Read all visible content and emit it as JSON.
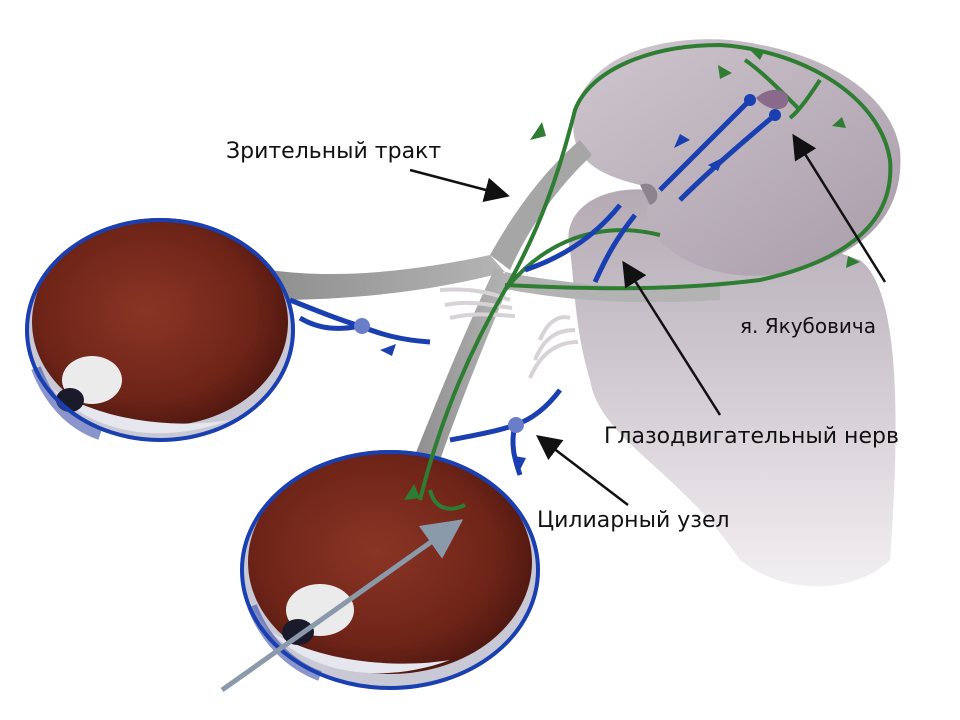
{
  "labels": {
    "optic_tract": "Зрительный тракт",
    "yakubovich_nucleus": "я. Якубовича",
    "oculomotor_nerve": "Глазодвигательный нерв",
    "ciliary_ganglion": "Цилиарный узел"
  },
  "colors": {
    "visual_pathway": "#2e7d32",
    "motor_pathway": "#1a3fb0",
    "eye_interior": "#7a2a1e",
    "brain_tissue": "#a69aa6",
    "nerve_tract": "#9e9e9e",
    "light_ray": "#8a9aaa"
  }
}
